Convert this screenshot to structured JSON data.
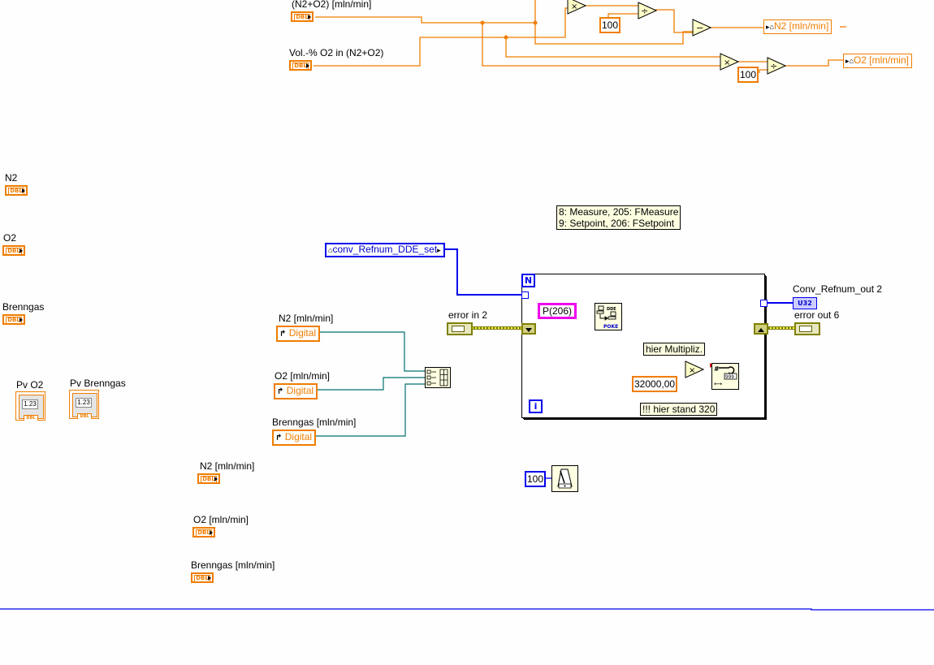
{
  "diagram": {
    "top_controls": {
      "total_flow_label": "(N2+O2) [mln/min]",
      "vol_pct_label": "Vol.-% O2 in (N2+O2)",
      "terminal_type": "DBL"
    },
    "constants": {
      "divisor_n2": "100",
      "divisor_o2": "100",
      "scale_factor": "32000,00",
      "wait_ms": "100",
      "dde_item": "P(206)"
    },
    "operators": {
      "multiply": "×",
      "divide": "÷",
      "subtract": "−"
    },
    "local_variables": {
      "n2_out": "N2 [mln/min]",
      "o2_out": "O2 [mln/min]",
      "refnum": "conv_Refnum_DDE_set"
    },
    "left_terminals": [
      {
        "label": "N2",
        "type": "DBL"
      },
      {
        "label": "O2",
        "type": "DBL"
      },
      {
        "label": "Brenngas",
        "type": "DBL"
      }
    ],
    "indicators": [
      {
        "label": "Pv O2",
        "value": "1.23",
        "type": "DBL"
      },
      {
        "label": "Pv Brenngas",
        "value": "1.23",
        "type": "DBL"
      }
    ],
    "property_nodes": [
      {
        "label": "N2 [mln/min]",
        "property": "Digital"
      },
      {
        "label": "O2 [mln/min]",
        "property": "Digital"
      },
      {
        "label": "Brenngas [mln/min]",
        "property": "Digital"
      }
    ],
    "bottom_terminals": [
      {
        "label": "N2 [mln/min]",
        "type": "DBL"
      },
      {
        "label": "O2 [mln/min]",
        "type": "DBL"
      },
      {
        "label": "Brenngas [mln/min]",
        "type": "DBL"
      }
    ],
    "error_in_label": "error in 2",
    "error_out_label": "error out 6",
    "refnum_out_label": "Conv_Refnum_out 2",
    "refnum_out_type": "U32",
    "comments": {
      "dde_codes_line1": "8: Measure, 205: FMeasure",
      "dde_codes_line2": "9: Setpoint, 206: FSetpoint",
      "multiply_note": "hier Multipliz.",
      "old_value_note": "!!! hier stand 320"
    },
    "for_loop": {
      "count_terminal": "N",
      "iteration_terminal": "i"
    },
    "dde_poke": {
      "header": "DDE",
      "footer": "POKE"
    },
    "number_to_string": {
      "glyph": "999"
    },
    "colors": {
      "dbl_wire": "#f07d00",
      "refnum_wire": "#0000ee",
      "string_wire": "#ee00ee",
      "error_wire": "#808000",
      "cluster_wire": "#007070"
    }
  }
}
